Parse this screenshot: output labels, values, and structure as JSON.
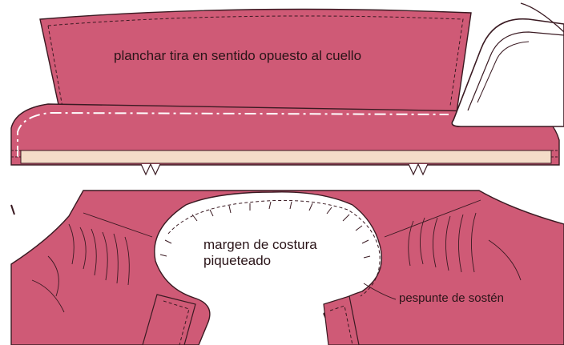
{
  "labels": {
    "top_instruction": "planchar tira en sentido opuesto al cuello",
    "seam_margin_line1": "margen de costura",
    "seam_margin_line2": "piqueteado",
    "stay_stitch": "pespunte de sostén"
  },
  "colors": {
    "fabric": "#cf5a76",
    "fabric_dark": "#b94866",
    "facing": "#f4dcc8",
    "outline": "#3a1a22",
    "stitch": "#ffffff",
    "iron": "#ffffff"
  }
}
